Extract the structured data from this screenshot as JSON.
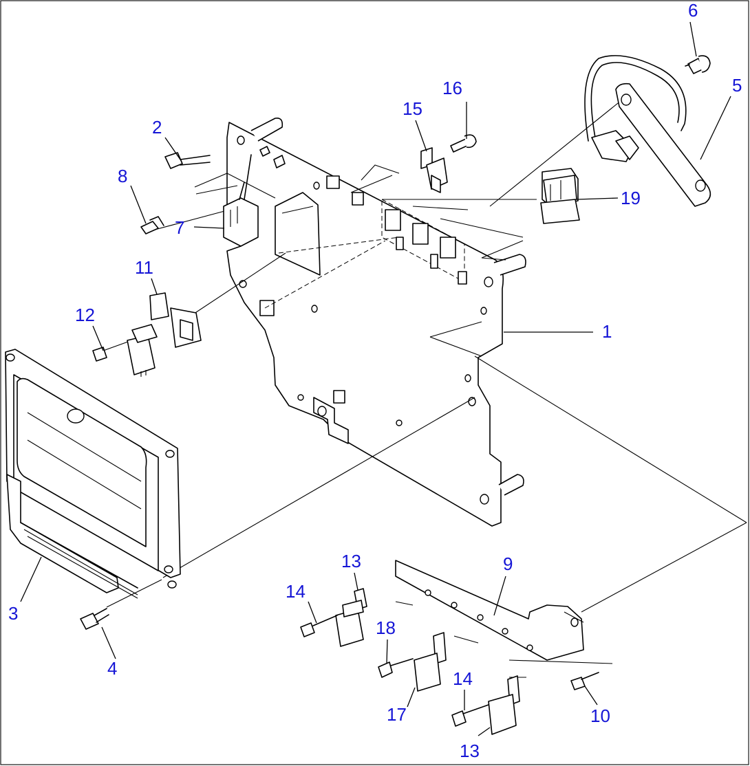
{
  "diagram": {
    "callouts": [
      {
        "id": "c1",
        "label": "1"
      },
      {
        "id": "c2",
        "label": "2"
      },
      {
        "id": "c3",
        "label": "3"
      },
      {
        "id": "c4",
        "label": "4"
      },
      {
        "id": "c5",
        "label": "5"
      },
      {
        "id": "c6",
        "label": "6"
      },
      {
        "id": "c7",
        "label": "7"
      },
      {
        "id": "c8",
        "label": "8"
      },
      {
        "id": "c9",
        "label": "9"
      },
      {
        "id": "c10",
        "label": "10"
      },
      {
        "id": "c11",
        "label": "11"
      },
      {
        "id": "c12",
        "label": "12"
      },
      {
        "id": "c13a",
        "label": "13"
      },
      {
        "id": "c13b",
        "label": "13"
      },
      {
        "id": "c14a",
        "label": "14"
      },
      {
        "id": "c14b",
        "label": "14"
      },
      {
        "id": "c15",
        "label": "15"
      },
      {
        "id": "c16",
        "label": "16"
      },
      {
        "id": "c17",
        "label": "17"
      },
      {
        "id": "c18",
        "label": "18"
      },
      {
        "id": "c19",
        "label": "19"
      }
    ],
    "colors": {
      "callout": "#1515d6",
      "line": "#000000",
      "background": "#ffffff"
    }
  }
}
